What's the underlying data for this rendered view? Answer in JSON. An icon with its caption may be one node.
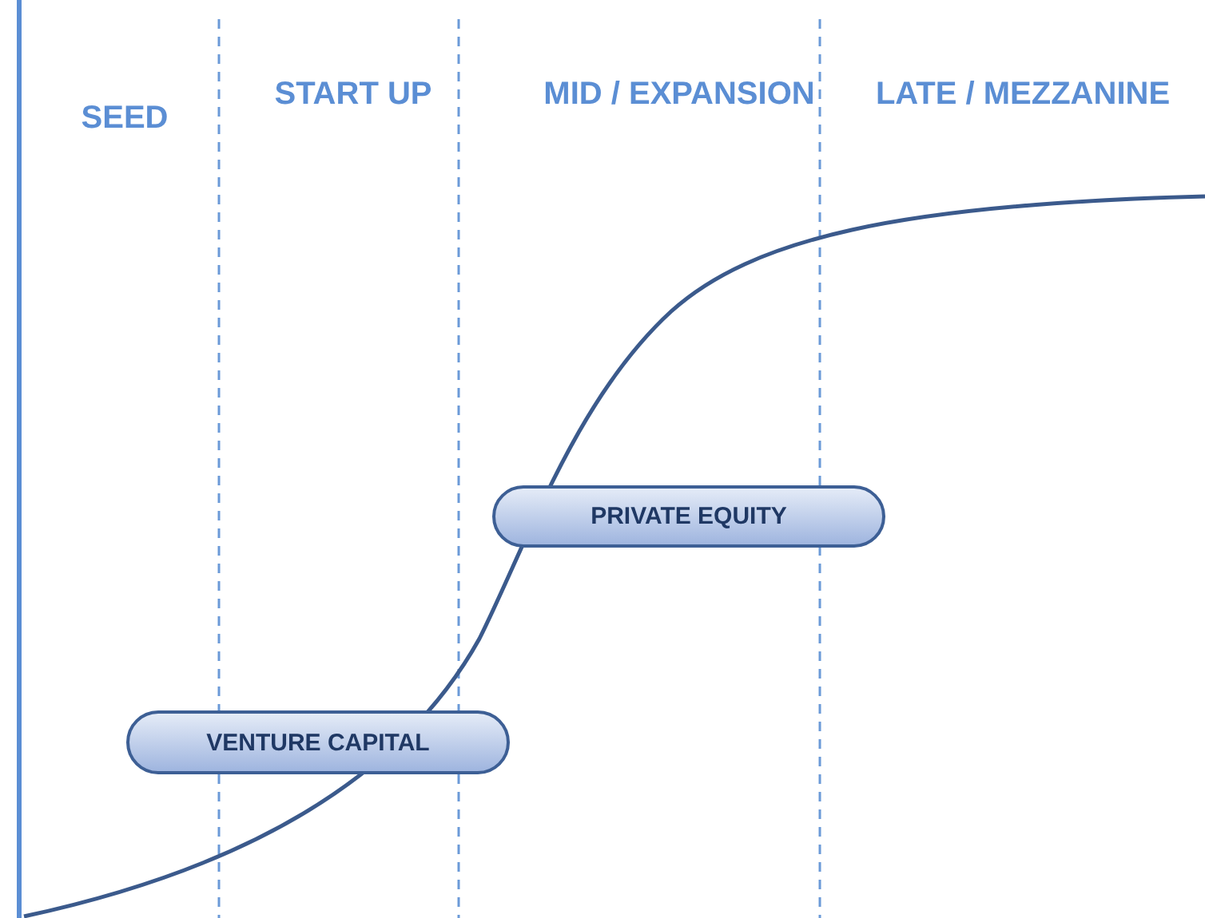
{
  "diagram": {
    "nodes": [
      {
        "text": [
          "PRIVATE EQUITY"
        ]
      },
      {
        "text": [
          "VENTURE CAPITAL"
        ]
      }
    ],
    "labels": [
      "SEED",
      "START UP",
      "MID / EXPANSION",
      "LATE / MEZZANINE"
    ]
  }
}
